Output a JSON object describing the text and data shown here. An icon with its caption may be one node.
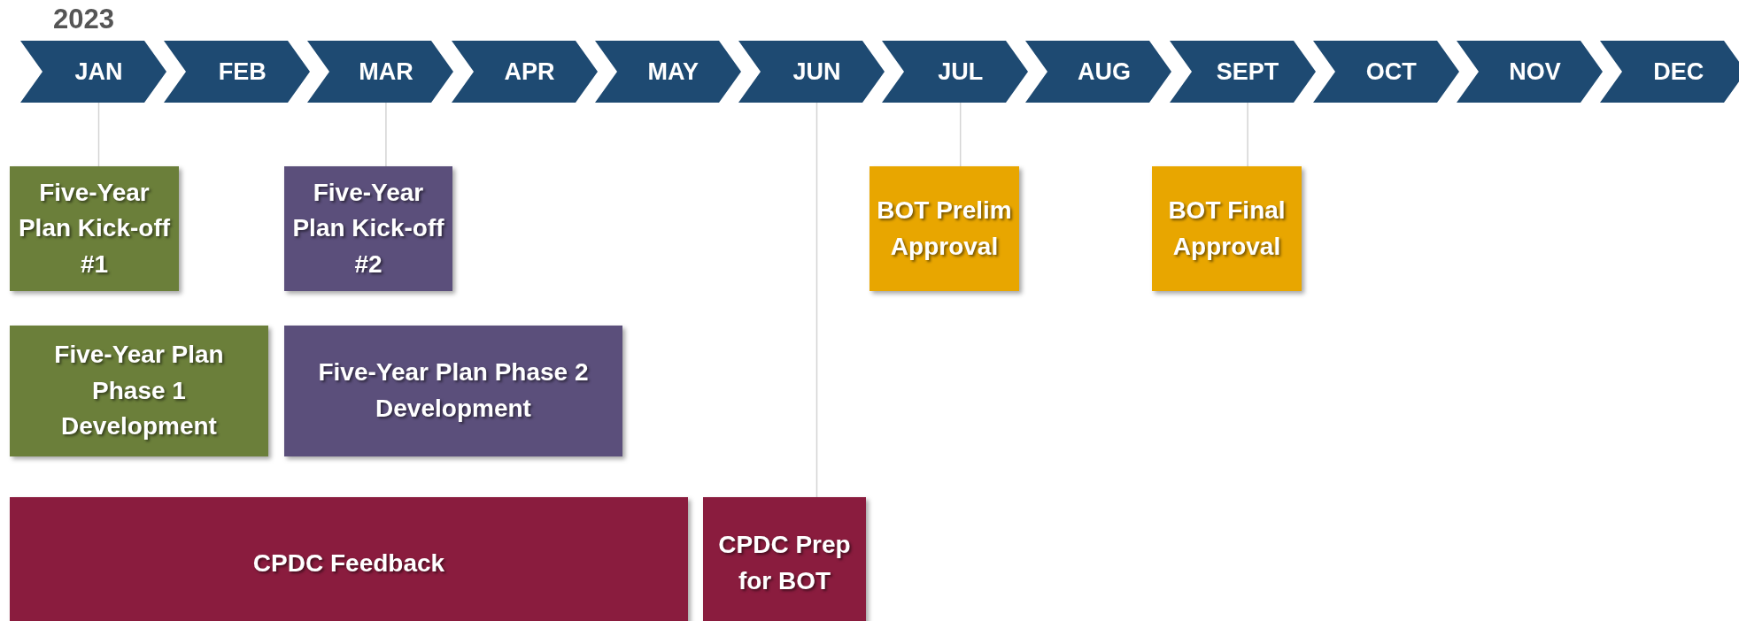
{
  "diagram": {
    "title": "2023",
    "nodes": [
      {
        "text": [
          "JAN"
        ]
      },
      {
        "text": [
          "FEB"
        ]
      },
      {
        "text": [
          "MAR"
        ]
      },
      {
        "text": [
          "APR"
        ]
      },
      {
        "text": [
          "MAY"
        ]
      },
      {
        "text": [
          "JUN"
        ]
      },
      {
        "text": [
          "JUL"
        ]
      },
      {
        "text": [
          "AUG"
        ]
      },
      {
        "text": [
          "SEPT"
        ]
      },
      {
        "text": [
          "OCT"
        ]
      },
      {
        "text": [
          "NOV"
        ]
      },
      {
        "text": [
          "DEC"
        ]
      },
      {
        "text": [
          "Five-Year Plan Kick-off #1"
        ]
      },
      {
        "text": [
          "Five-Year Plan Kick-off #2"
        ]
      },
      {
        "text": [
          "BOT Prelim Approval"
        ]
      },
      {
        "text": [
          "BOT Final Approval"
        ]
      },
      {
        "text": [
          "Five-Year Plan Phase 1 Development"
        ]
      },
      {
        "text": [
          "Five-Year Plan Phase 2 Development"
        ]
      },
      {
        "text": [
          "CPDC Feedback"
        ]
      },
      {
        "text": [
          "CPDC Prep for BOT"
        ]
      }
    ],
    "edges": [
      {
        "from": 0,
        "to": 12,
        "arrow": "none"
      },
      {
        "from": 2,
        "to": 13,
        "arrow": "none"
      },
      {
        "from": 5,
        "to": 19,
        "arrow": "none"
      },
      {
        "from": 6,
        "to": 14,
        "arrow": "none"
      },
      {
        "from": 8,
        "to": 15,
        "arrow": "none"
      }
    ]
  }
}
